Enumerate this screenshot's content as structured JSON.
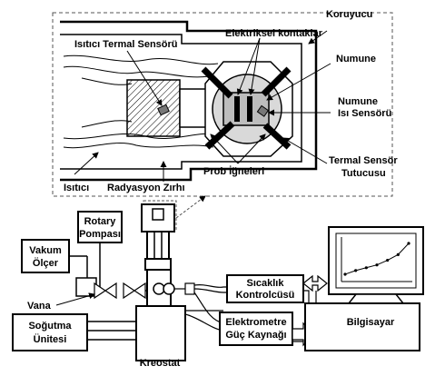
{
  "inset": {
    "labels": {
      "koruyucu": "Koruyucu",
      "isitici_termal_sensoru": "Isıtıcı Termal Sensörü",
      "elektriksel_kontaklar": "Elektriksel kontaklar",
      "numune": "Numune",
      "numune_isi_line1": "Numune",
      "numune_isi_line2": "Isı Sensörü",
      "termal_sensor_line1": "Termal Sensör",
      "termal_sensor_line2": "Tutucusu",
      "prob_igneleri": "Prob İğneleri",
      "isitici": "Isıtıcı",
      "radyasyon_zirhi": "Radyasyon Zırhı"
    }
  },
  "system": {
    "rotary_line1": "Rotary",
    "rotary_line2": "Pompası",
    "vakum_line1": "Vakum",
    "vakum_line2": "Ölçer",
    "vana": "Vana",
    "sogutma_line1": "Soğutma",
    "sogutma_line2": "Ünitesi",
    "kreostat": "Kreostat",
    "sicaklik_line1": "Sıcaklık",
    "sicaklik_line2": "Kontrolcüsü",
    "elektrometre_line1": "Elektrometre",
    "elektrometre_line2": "Güç Kaynağı",
    "bilgisayar": "Bilgisayar"
  },
  "monitor_plot": {
    "points": [
      [
        0,
        0
      ],
      [
        1,
        0.4
      ],
      [
        2,
        0.7
      ],
      [
        3,
        1.0
      ],
      [
        4,
        1.5
      ],
      [
        5,
        2.1
      ],
      [
        6,
        3.3
      ]
    ]
  },
  "colors": {
    "ink": "#000000",
    "shield_gray": "#cfcfcf",
    "sample_gray": "#bdbdbd",
    "dash": "#555555"
  }
}
